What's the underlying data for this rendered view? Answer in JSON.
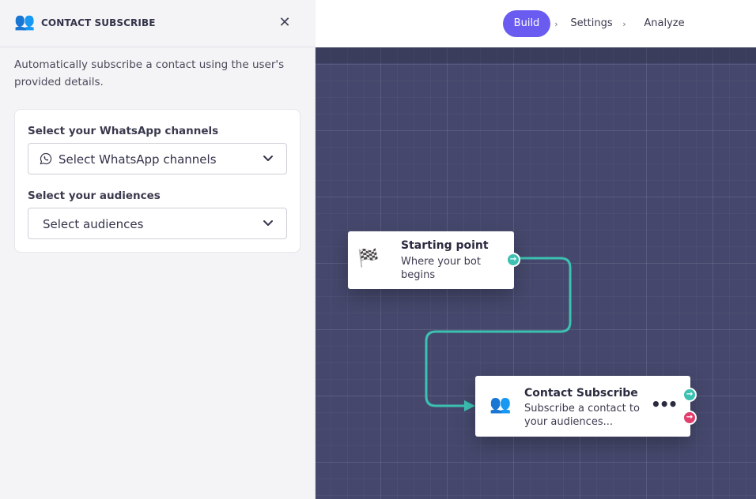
{
  "app": {
    "steps": [
      {
        "label": "Build",
        "active": true
      },
      {
        "label": "Settings",
        "active": false
      },
      {
        "label": "Analyze",
        "active": false
      }
    ],
    "step_separator": "›"
  },
  "panel": {
    "icon": "contact-person-icon",
    "title": "CONTACT SUBSCRIBE",
    "description": "Automatically subscribe a contact using the user's provided details.",
    "fields": [
      {
        "label": "Select your WhatsApp channels",
        "placeholder": "Select WhatsApp channels",
        "icon": "whatsapp-icon"
      },
      {
        "label": "Select your audiences",
        "placeholder": "Select audiences"
      }
    ]
  },
  "canvas": {
    "nodes": {
      "start": {
        "icon": "checkered-flag-icon",
        "title": "Starting point",
        "subtitle": "Where your bot begins"
      },
      "subscribe": {
        "icon": "contact-person-icon",
        "title": "Contact Subscribe",
        "subtitle": "Subscribe a contact to your audiences..."
      }
    }
  },
  "colors": {
    "accent": "#6a5cf0",
    "canvas_bg": "#45486c",
    "connector": "#3cc1b2",
    "port_success": "#3cc1b2",
    "port_failure": "#e23e6c"
  }
}
